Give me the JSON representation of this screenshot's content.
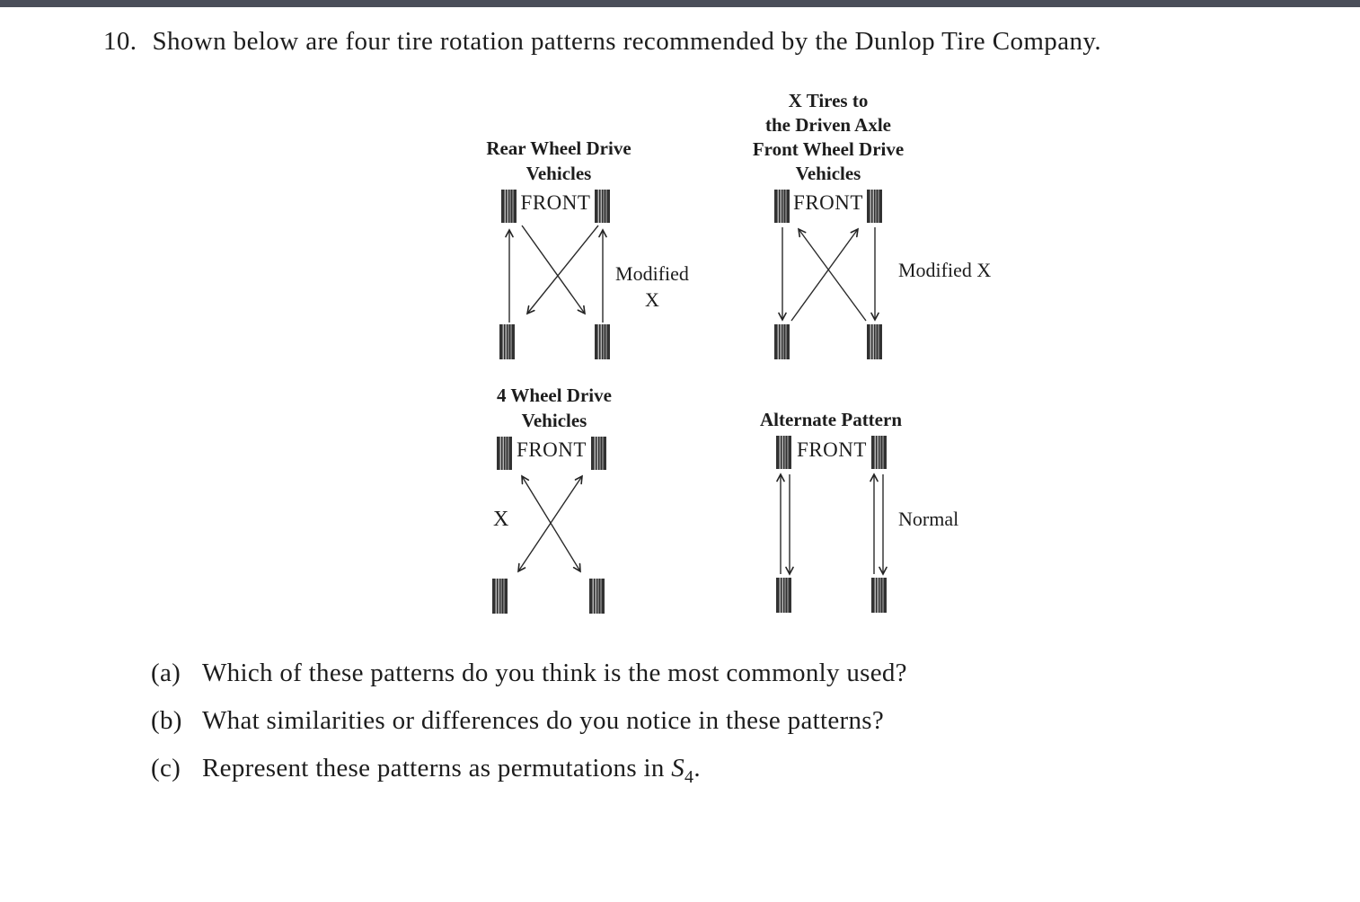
{
  "page": {
    "top_bar_color": "#4a4e59",
    "background_color": "#ffffff",
    "ink_color": "#1d1d1d"
  },
  "problem": {
    "number": "10.",
    "statement": "Shown below are four tire rotation patterns recommended by the Dunlop Tire Company."
  },
  "figure": {
    "diagrams": [
      {
        "id": "rear-wheel-drive",
        "title_lines": [
          "Rear Wheel Drive",
          "Vehicles"
        ],
        "front_label": "FRONT",
        "pattern_label_lines": [
          "Modified",
          "X"
        ],
        "pattern_name": "Modified X",
        "arrows": [
          "rear-left tire up to front-left tire",
          "rear-right tire up to front-right tire",
          "front-left tire diagonally down to rear-right tire",
          "front-right tire diagonally down to rear-left tire"
        ]
      },
      {
        "id": "front-wheel-drive",
        "title_lines": [
          "X Tires to",
          "the Driven Axle",
          "Front Wheel Drive",
          "Vehicles"
        ],
        "front_label": "FRONT",
        "pattern_label_lines": [
          "Modified X"
        ],
        "pattern_name": "Modified X",
        "arrows": [
          "front-left tire down to rear-left tire",
          "front-right tire down to rear-right tire",
          "rear-left tire diagonally up to front-right tire",
          "rear-right tire diagonally up to front-left tire"
        ]
      },
      {
        "id": "four-wheel-drive",
        "title_lines": [
          "4 Wheel Drive",
          "Vehicles"
        ],
        "front_label": "FRONT",
        "pattern_label_lines": [
          "X"
        ],
        "pattern_name": "X",
        "arrows": [
          "front-left tire to rear-right tire, double-headed diagonal",
          "front-right tire to rear-left tire, double-headed diagonal"
        ]
      },
      {
        "id": "alternate-pattern",
        "title_lines": [
          "Alternate Pattern"
        ],
        "front_label": "FRONT",
        "pattern_label_lines": [
          "Normal"
        ],
        "pattern_name": "Normal",
        "arrows": [
          "rear-left tire up to front-left tire",
          "front-left tire down to rear-left tire",
          "rear-right tire up to front-right tire",
          "front-right tire down to rear-right tire"
        ]
      }
    ]
  },
  "questions": [
    {
      "label": "(a)",
      "text": "Which of these patterns do you think is the most commonly used?"
    },
    {
      "label": "(b)",
      "text": "What similarities or differences do you notice in these patterns?"
    },
    {
      "label": "(c)",
      "text": "Represent these patterns as permutations in ",
      "math_symbol": "S",
      "math_subscript": "4",
      "suffix": "."
    }
  ]
}
